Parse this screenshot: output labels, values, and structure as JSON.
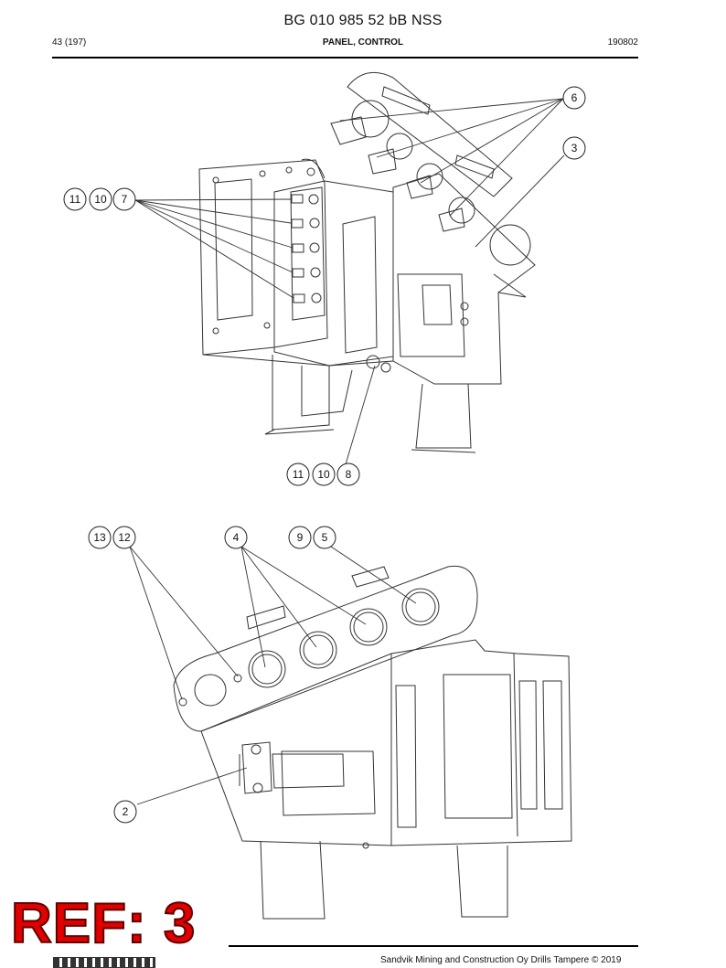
{
  "header": {
    "doc_title": "BG 010 985 52 bB NSS",
    "page_label": "43 (197)",
    "section_title": "PANEL, CONTROL",
    "doc_code": "190802"
  },
  "diagram_top": {
    "callouts": [
      "11",
      "10",
      "7",
      "6",
      "3",
      "11",
      "10",
      "8"
    ]
  },
  "diagram_bottom": {
    "callouts": [
      "13",
      "12",
      "4",
      "9",
      "5",
      "2"
    ]
  },
  "stamp": {
    "text": "REF: 3"
  },
  "footer": {
    "copyright": "Sandvik Mining and Construction Oy Drills Tampere © 2019"
  }
}
